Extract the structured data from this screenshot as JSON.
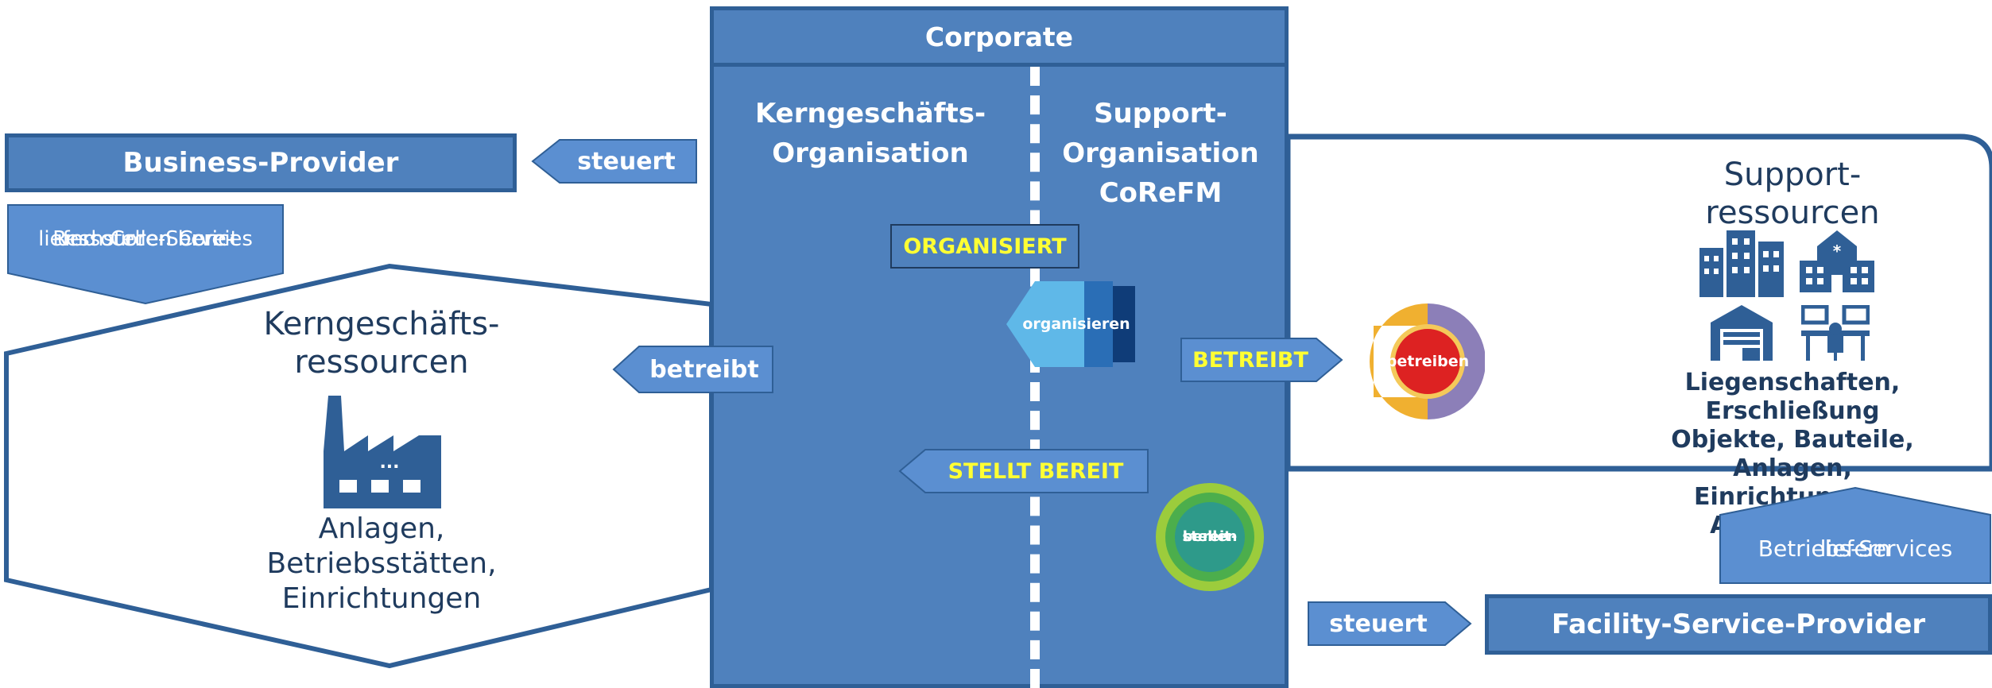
{
  "corporate": {
    "title": "Corporate",
    "core_org": [
      "Kerngeschäfts-",
      "Organisation"
    ],
    "support_org": [
      "Support-",
      "Organisation",
      "CoReFM"
    ]
  },
  "business_provider": {
    "label": "Business-Provider",
    "steuert": "steuert",
    "note": [
      "liefern Core-Services",
      "und stellen Core-",
      "Ressourcen bereit"
    ]
  },
  "core_resources": {
    "title": [
      "Kerngeschäfts-",
      "ressourcen"
    ],
    "icon": "factory-icon",
    "factory_dots": "...",
    "items": [
      "Anlagen,",
      "Betriebsstätten,",
      "Einrichtungen"
    ],
    "betreibt": "betreibt"
  },
  "relations": {
    "organisiert": "ORGANISIERT",
    "organisieren": "organisieren",
    "betreibt": "BETREIBT",
    "betreiben": "betreiben",
    "stellt_bereit": "STELLT BEREIT",
    "bereitstellen": [
      "bereit-",
      "stellen"
    ]
  },
  "support_resources": {
    "title": [
      "Support-",
      "ressourcen"
    ],
    "icons": [
      "office-buildings-icon",
      "hospital-icon",
      "warehouse-icon",
      "workplace-desk-icon"
    ],
    "items": [
      "Liegenschaften, Erschließung",
      "Objekte, Bauteile, Anlagen,",
      "Einrichtungen, Ausstattung"
    ]
  },
  "facility_provider": {
    "label": "Facility-Service-Provider",
    "steuert": "steuert",
    "note": [
      "liefern",
      "Betriebs-Services"
    ]
  },
  "colors": {
    "box_fill": "#4f81bd",
    "box_border": "#2f5f96",
    "dark_text": "#1f3b5e",
    "highlight_text": "#ffff33",
    "support_outline": "#2f5f96"
  }
}
